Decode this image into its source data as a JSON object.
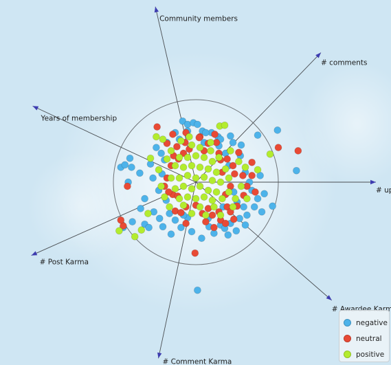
{
  "chart_data": {
    "type": "scatter",
    "subtype": "radviz",
    "anchors": [
      {
        "label": "Community members",
        "angle_deg": 103
      },
      {
        "label": "# comments",
        "angle_deg": 46
      },
      {
        "label": "# upv",
        "angle_deg": 0
      },
      {
        "label": "# Awardee Karma",
        "angle_deg": -41
      },
      {
        "label": "# Comment Karma",
        "angle_deg": -102
      },
      {
        "label": "# Post Karma",
        "angle_deg": -156
      },
      {
        "label": "Years of membership",
        "angle_deg": 155
      }
    ],
    "series": [
      {
        "name": "negative",
        "color": "#4db3ea",
        "points": [
          [
            -0.16,
            0.74
          ],
          [
            -0.1,
            0.7
          ],
          [
            -0.03,
            0.72
          ],
          [
            0.02,
            0.7
          ],
          [
            0.08,
            0.62
          ],
          [
            0.19,
            0.6
          ],
          [
            0.27,
            0.55
          ],
          [
            0.42,
            0.56
          ],
          [
            0.75,
            0.57
          ],
          [
            0.99,
            0.63
          ],
          [
            -0.8,
            0.29
          ],
          [
            -0.91,
            0.18
          ],
          [
            -0.78,
            0.18
          ],
          [
            -0.86,
            0.21
          ],
          [
            -0.68,
            0.11
          ],
          [
            -0.82,
            0.0
          ],
          [
            -0.67,
            -0.32
          ],
          [
            -0.51,
            -0.36
          ],
          [
            -0.77,
            -0.48
          ],
          [
            -0.88,
            -0.55
          ],
          [
            -0.62,
            -0.51
          ],
          [
            -0.57,
            -0.55
          ],
          [
            -0.4,
            -0.54
          ],
          [
            -0.25,
            -0.46
          ],
          [
            -0.1,
            -0.43
          ],
          [
            -0.05,
            -0.6
          ],
          [
            0.07,
            -0.68
          ],
          [
            0.16,
            -0.54
          ],
          [
            0.3,
            -0.52
          ],
          [
            0.42,
            -0.5
          ],
          [
            0.53,
            -0.44
          ],
          [
            0.62,
            -0.4
          ],
          [
            0.71,
            -0.3
          ],
          [
            0.75,
            -0.2
          ],
          [
            0.93,
            -0.29
          ],
          [
            0.83,
            -0.14
          ],
          [
            0.49,
            -0.59
          ],
          [
            0.39,
            -0.64
          ],
          [
            -0.3,
            -0.63
          ],
          [
            0.02,
            -1.31
          ],
          [
            -0.42,
            0.35
          ],
          [
            -0.38,
            0.27
          ],
          [
            -0.41,
            0.1
          ],
          [
            -0.45,
            -0.1
          ],
          [
            -0.36,
            -0.22
          ],
          [
            -0.32,
            -0.38
          ],
          [
            0.36,
            0.35
          ],
          [
            0.4,
            0.2
          ],
          [
            0.54,
            0.32
          ],
          [
            0.6,
            0.12
          ],
          [
            0.5,
            -0.24
          ],
          [
            0.33,
            -0.3
          ],
          [
            0.15,
            -0.44
          ],
          [
            -0.15,
            -0.4
          ],
          [
            -0.55,
            0.22
          ],
          [
            0.65,
            0.0
          ],
          [
            0.55,
            0.45
          ],
          [
            -0.2,
            0.52
          ],
          [
            1.22,
            0.14
          ],
          [
            0.28,
            0.44
          ],
          [
            0.46,
            -0.12
          ],
          [
            -0.62,
            -0.2
          ],
          [
            0.68,
            -0.1
          ],
          [
            -0.48,
            0.42
          ],
          [
            0.1,
            0.48
          ],
          [
            -0.25,
            0.6
          ],
          [
            0.22,
            -0.62
          ],
          [
            -0.1,
            0.62
          ],
          [
            0.12,
            0.6
          ],
          [
            -0.44,
            -0.44
          ],
          [
            0.35,
            -0.56
          ],
          [
            0.58,
            -0.3
          ],
          [
            -0.52,
            0.05
          ],
          [
            0.78,
            0.08
          ],
          [
            0.45,
            0.48
          ],
          [
            -0.18,
            -0.55
          ],
          [
            0.3,
            0.52
          ],
          [
            0.8,
            -0.36
          ],
          [
            0.6,
            -0.52
          ],
          [
            -0.35,
            0.48
          ]
        ]
      },
      {
        "name": "neutral",
        "color": "#e84a35",
        "points": [
          [
            -0.47,
            0.67
          ],
          [
            -0.35,
            0.47
          ],
          [
            -0.28,
            0.58
          ],
          [
            -0.12,
            0.6
          ],
          [
            0.05,
            0.55
          ],
          [
            0.15,
            0.47
          ],
          [
            0.25,
            0.48
          ],
          [
            0.1,
            0.38
          ],
          [
            -0.08,
            0.4
          ],
          [
            -0.23,
            0.43
          ],
          [
            -0.3,
            0.2
          ],
          [
            -0.35,
            0.05
          ],
          [
            -0.28,
            -0.15
          ],
          [
            -0.25,
            -0.35
          ],
          [
            -0.12,
            -0.3
          ],
          [
            0.0,
            -0.28
          ],
          [
            0.15,
            -0.32
          ],
          [
            0.28,
            -0.36
          ],
          [
            0.38,
            -0.3
          ],
          [
            0.36,
            -0.15
          ],
          [
            0.42,
            -0.05
          ],
          [
            0.47,
            0.1
          ],
          [
            0.45,
            0.2
          ],
          [
            0.38,
            0.28
          ],
          [
            0.28,
            0.35
          ],
          [
            0.57,
            0.08
          ],
          [
            0.62,
            -0.05
          ],
          [
            0.72,
            -0.12
          ],
          [
            0.58,
            -0.16
          ],
          [
            0.5,
            -0.29
          ],
          [
            0.42,
            -0.36
          ],
          [
            0.3,
            -0.46
          ],
          [
            0.2,
            -0.4
          ],
          [
            0.08,
            -0.38
          ],
          [
            -0.18,
            -0.37
          ],
          [
            -0.33,
            -0.12
          ],
          [
            -0.21,
            0.28
          ],
          [
            1.0,
            0.42
          ],
          [
            1.24,
            0.38
          ],
          [
            0.68,
            0.24
          ],
          [
            0.68,
            0.08
          ],
          [
            0.3,
            0.27
          ],
          [
            -0.13,
            0.48
          ],
          [
            -0.83,
            -0.05
          ],
          [
            -0.22,
            -0.17
          ],
          [
            -0.38,
            -0.05
          ],
          [
            -0.12,
            -0.5
          ],
          [
            0.12,
            -0.48
          ],
          [
            0.22,
            -0.55
          ],
          [
            0.36,
            -0.5
          ],
          [
            0.46,
            -0.45
          ],
          [
            0.04,
            0.54
          ],
          [
            -0.01,
            -0.86
          ],
          [
            -0.88,
            -0.53
          ],
          [
            -0.91,
            -0.46
          ],
          [
            0.52,
            0.36
          ],
          [
            0.23,
            0.58
          ],
          [
            -0.27,
            0.32
          ],
          [
            -0.15,
            0.35
          ],
          [
            0.32,
            0.12
          ]
        ]
      },
      {
        "name": "positive",
        "color": "#b3ec2e",
        "points": [
          [
            0.29,
            0.68
          ],
          [
            0.35,
            0.69
          ],
          [
            -0.48,
            0.55
          ],
          [
            -0.4,
            0.52
          ],
          [
            -0.18,
            0.5
          ],
          [
            -0.05,
            0.45
          ],
          [
            0.05,
            0.42
          ],
          [
            0.18,
            0.38
          ],
          [
            0.28,
            0.3
          ],
          [
            -0.3,
            0.38
          ],
          [
            -0.2,
            0.3
          ],
          [
            -0.1,
            0.3
          ],
          [
            0.0,
            0.32
          ],
          [
            0.1,
            0.3
          ],
          [
            0.2,
            0.25
          ],
          [
            -0.25,
            0.2
          ],
          [
            -0.15,
            0.18
          ],
          [
            -0.05,
            0.2
          ],
          [
            0.05,
            0.18
          ],
          [
            0.15,
            0.16
          ],
          [
            0.25,
            0.12
          ],
          [
            -0.3,
            0.05
          ],
          [
            -0.2,
            0.05
          ],
          [
            -0.1,
            0.08
          ],
          [
            0.0,
            0.05
          ],
          [
            0.1,
            0.06
          ],
          [
            0.2,
            0.02
          ],
          [
            0.3,
            0.0
          ],
          [
            -0.25,
            -0.08
          ],
          [
            -0.15,
            -0.05
          ],
          [
            -0.05,
            -0.08
          ],
          [
            0.05,
            -0.05
          ],
          [
            0.15,
            -0.1
          ],
          [
            0.25,
            -0.12
          ],
          [
            -0.2,
            -0.2
          ],
          [
            -0.1,
            -0.18
          ],
          [
            0.0,
            -0.2
          ],
          [
            0.1,
            -0.18
          ],
          [
            0.2,
            -0.22
          ],
          [
            0.32,
            -0.2
          ],
          [
            -0.15,
            -0.28
          ],
          [
            0.05,
            -0.3
          ],
          [
            0.22,
            -0.3
          ],
          [
            0.4,
            -0.12
          ],
          [
            0.4,
            0.05
          ],
          [
            0.36,
            0.16
          ],
          [
            -0.35,
            0.28
          ],
          [
            -0.38,
            -0.18
          ],
          [
            0.9,
            0.34
          ],
          [
            0.75,
            0.15
          ],
          [
            0.6,
            0.18
          ],
          [
            0.55,
            -0.05
          ],
          [
            0.62,
            -0.2
          ],
          [
            -0.58,
            -0.38
          ],
          [
            -0.66,
            -0.58
          ],
          [
            -0.74,
            -0.66
          ],
          [
            -0.93,
            -0.59
          ],
          [
            -0.55,
            0.29
          ],
          [
            0.3,
            -0.4
          ],
          [
            0.45,
            -0.3
          ],
          [
            -0.32,
            -0.3
          ],
          [
            -0.05,
            -0.38
          ],
          [
            0.12,
            -0.4
          ],
          [
            0.52,
            0.25
          ],
          [
            -0.45,
            0.15
          ],
          [
            0.18,
            0.48
          ],
          [
            -0.08,
            0.55
          ],
          [
            0.42,
            0.38
          ],
          [
            0.48,
            -0.2
          ],
          [
            -0.42,
            -0.05
          ]
        ]
      }
    ]
  },
  "legend": {
    "items": [
      {
        "label": "negative",
        "color": "#4db3ea"
      },
      {
        "label": "neutral",
        "color": "#e84a35"
      },
      {
        "label": "positive",
        "color": "#b3ec2e"
      }
    ]
  }
}
